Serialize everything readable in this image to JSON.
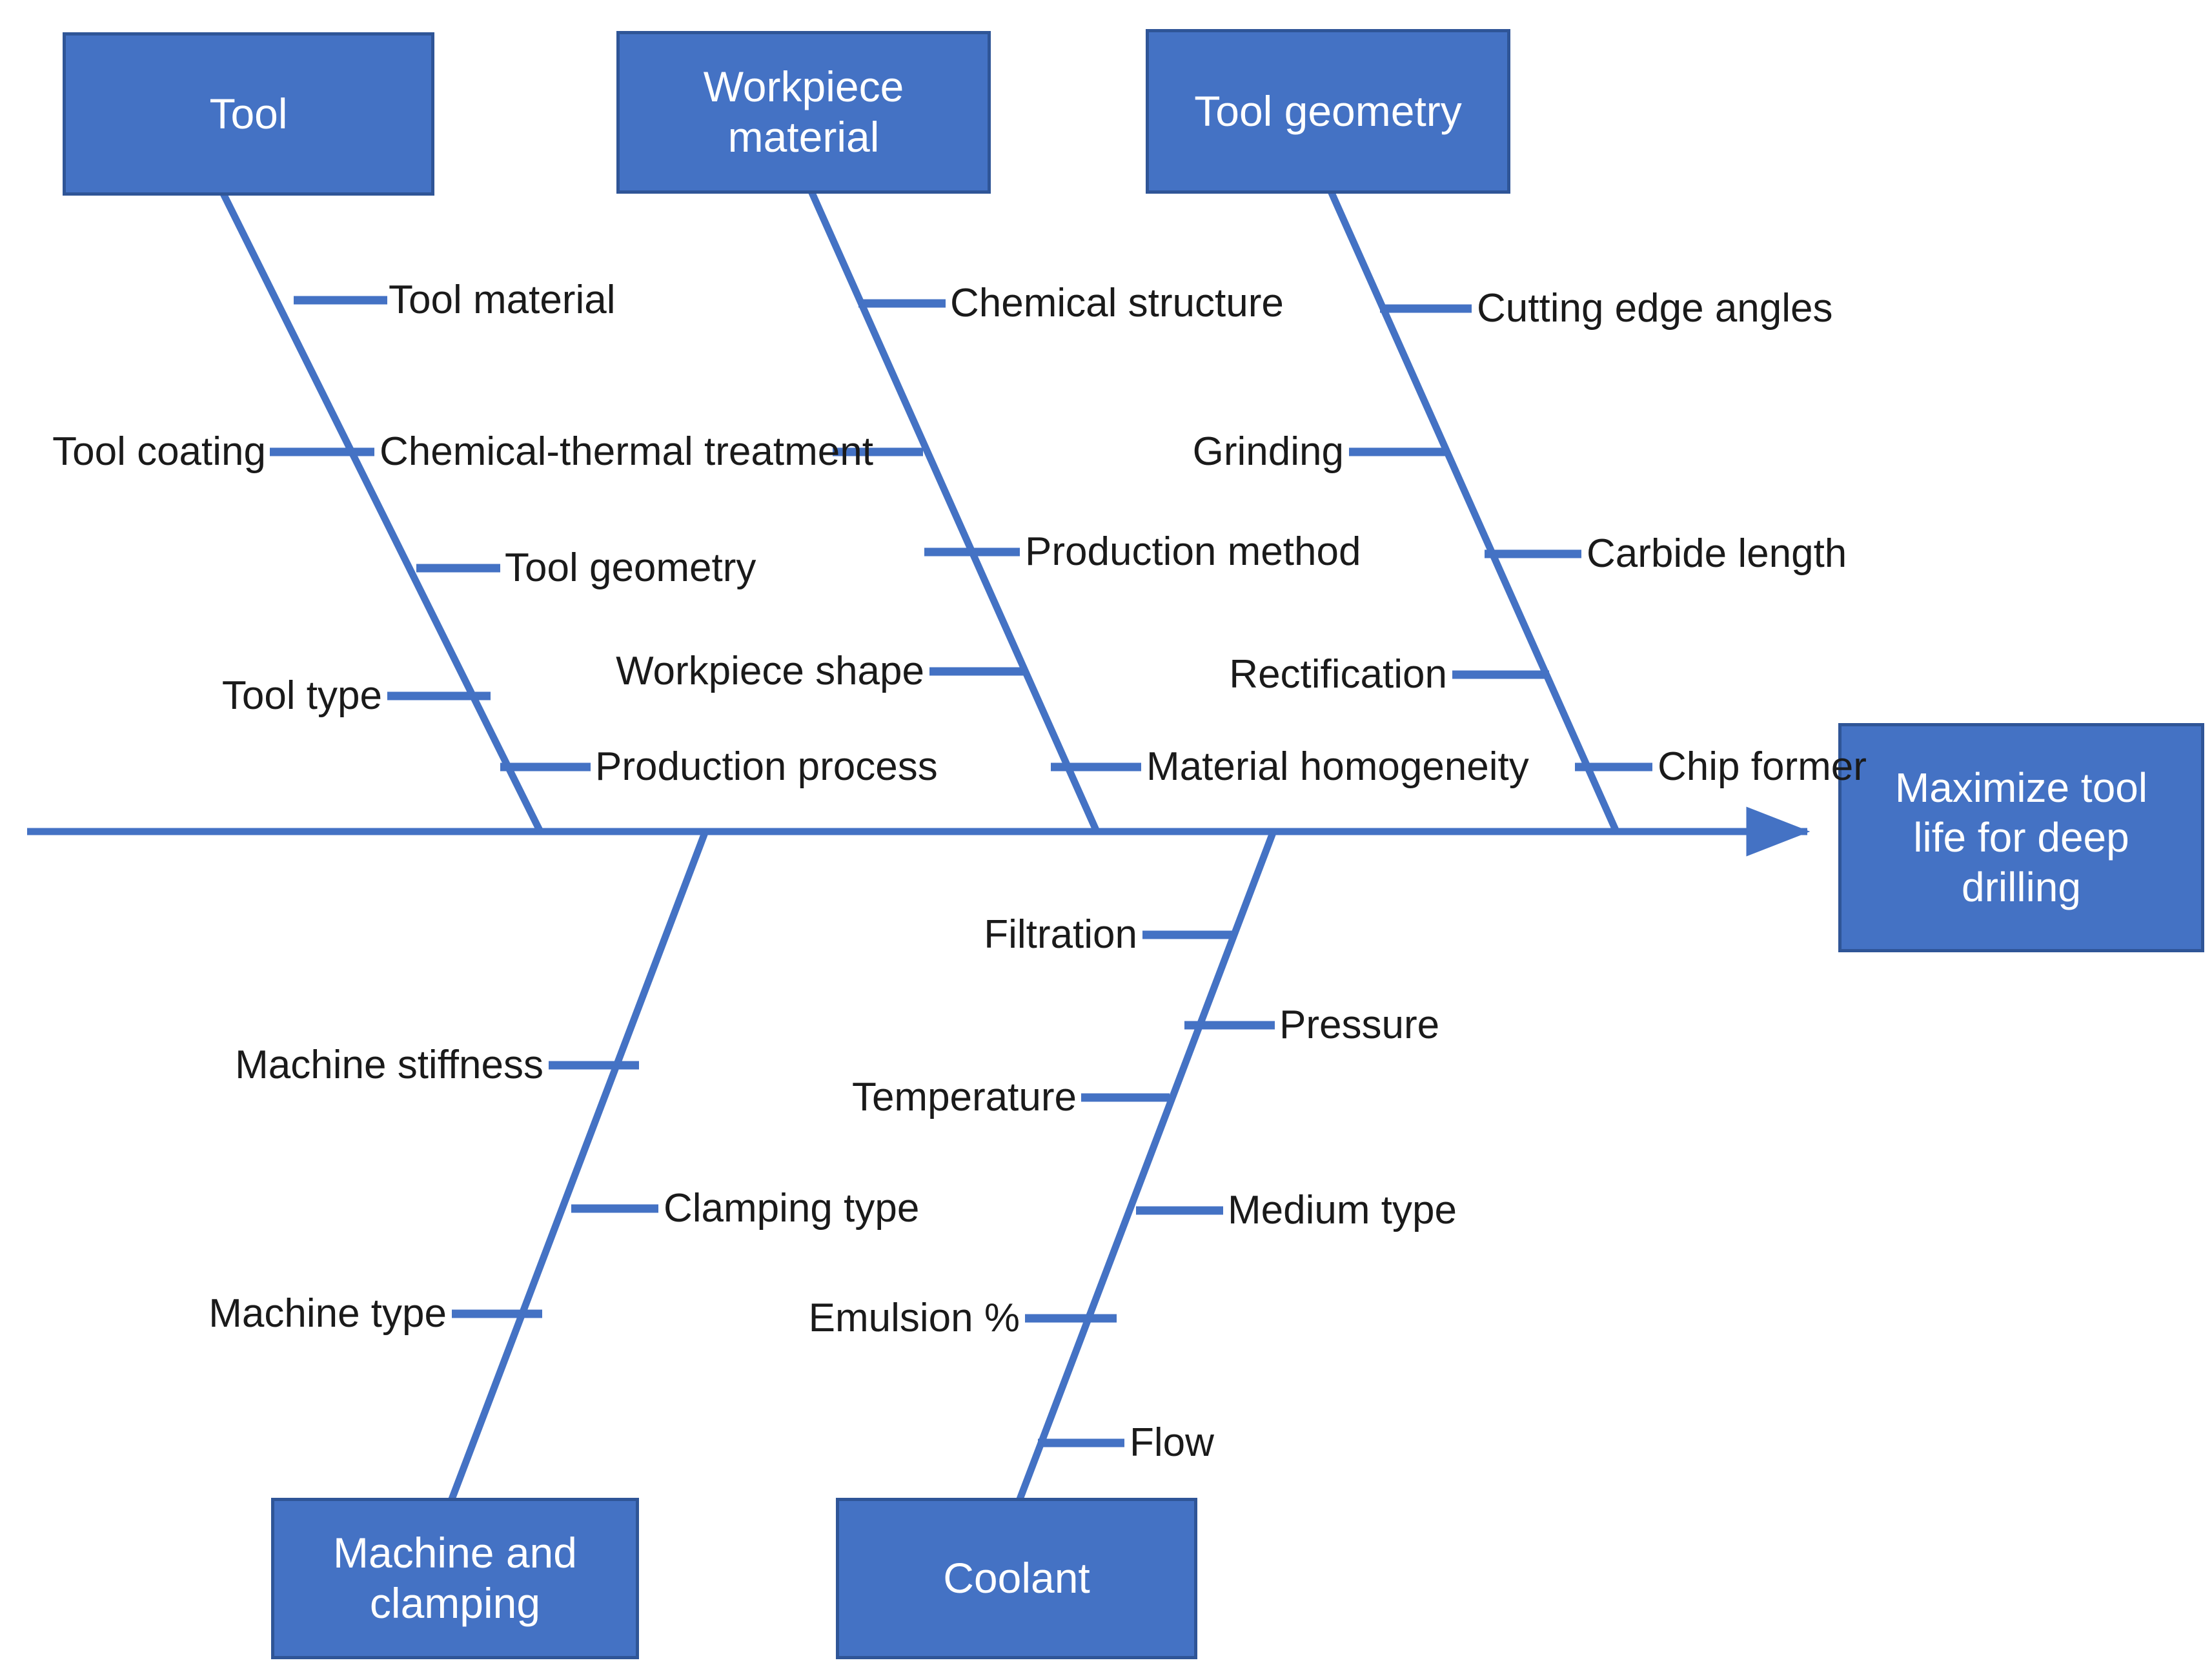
{
  "diagram": {
    "type": "fishbone-ishikawa",
    "effect": {
      "label": "Maximize tool life for deep drilling",
      "line1": "Maximize tool",
      "line2": "life for deep",
      "line3": "drilling"
    },
    "colors": {
      "box_fill": "#4472C4",
      "box_border": "#2F5597",
      "bone_line": "#4472C4",
      "text_on_box": "#FFFFFF",
      "cause_text": "#1A1A1A",
      "background": "#FFFFFF"
    },
    "categories": [
      {
        "id": "tool",
        "label": "Tool",
        "label_lines": [
          "Tool"
        ],
        "position": "top",
        "causes": [
          {
            "label": "Tool material",
            "side": "right"
          },
          {
            "label": "Tool coating",
            "side": "left"
          },
          {
            "label": "Chemical-thermal treatment",
            "side": "right"
          },
          {
            "label": "Tool geometry",
            "side": "right"
          },
          {
            "label": "Tool type",
            "side": "left"
          },
          {
            "label": "Production process",
            "side": "right"
          }
        ]
      },
      {
        "id": "workpiece-material",
        "label": "Workpiece material",
        "label_lines": [
          "Workpiece",
          "material"
        ],
        "position": "top",
        "causes": [
          {
            "label": "Chemical structure",
            "side": "right"
          },
          {
            "label": "Production method",
            "side": "right"
          },
          {
            "label": "Workpiece shape",
            "side": "left"
          },
          {
            "label": "Material homogeneity",
            "side": "right"
          }
        ]
      },
      {
        "id": "tool-geometry",
        "label": "Tool geometry",
        "label_lines": [
          "Tool geometry"
        ],
        "position": "top",
        "causes": [
          {
            "label": "Cutting edge angles",
            "side": "right"
          },
          {
            "label": "Grinding",
            "side": "left"
          },
          {
            "label": "Carbide length",
            "side": "right"
          },
          {
            "label": "Rectification",
            "side": "left"
          },
          {
            "label": "Chip former",
            "side": "right"
          }
        ]
      },
      {
        "id": "machine-and-clamping",
        "label": "Machine and clamping",
        "label_lines": [
          "Machine and",
          "clamping"
        ],
        "position": "bottom",
        "causes": [
          {
            "label": "Machine stiffness",
            "side": "left"
          },
          {
            "label": "Clamping type",
            "side": "right"
          },
          {
            "label": "Machine type",
            "side": "left"
          }
        ]
      },
      {
        "id": "coolant",
        "label": "Coolant",
        "label_lines": [
          "Coolant"
        ],
        "position": "bottom",
        "causes": [
          {
            "label": "Filtration",
            "side": "left"
          },
          {
            "label": "Pressure",
            "side": "right"
          },
          {
            "label": "Temperature",
            "side": "left"
          },
          {
            "label": "Medium type",
            "side": "right"
          },
          {
            "label": "Emulsion %",
            "side": "left"
          },
          {
            "label": "Flow",
            "side": "right"
          }
        ]
      }
    ]
  },
  "labels": {
    "tool_material": "Tool material",
    "tool_coating": "Tool coating",
    "chemical_thermal_treatment": "Chemical-thermal treatment",
    "tool_geometry_cause": "Tool geometry",
    "tool_type": "Tool type",
    "production_process": "Production process",
    "chemical_structure": "Chemical structure",
    "production_method": "Production method",
    "workpiece_shape": "Workpiece shape",
    "material_homogeneity": "Material homogeneity",
    "cutting_edge_angles": "Cutting edge angles",
    "grinding": "Grinding",
    "carbide_length": "Carbide length",
    "rectification": "Rectification",
    "chip_former": "Chip former",
    "machine_stiffness": "Machine stiffness",
    "clamping_type": "Clamping type",
    "machine_type": "Machine type",
    "filtration": "Filtration",
    "pressure": "Pressure",
    "temperature": "Temperature",
    "medium_type": "Medium type",
    "emulsion_pct": "Emulsion %",
    "flow": "Flow",
    "box_tool": "Tool",
    "box_workpiece_l1": "Workpiece",
    "box_workpiece_l2": "material",
    "box_tool_geometry": "Tool geometry",
    "box_machine_l1": "Machine and",
    "box_machine_l2": "clamping",
    "box_coolant": "Coolant",
    "head_l1": "Maximize tool",
    "head_l2": "life for deep",
    "head_l3": "drilling"
  }
}
